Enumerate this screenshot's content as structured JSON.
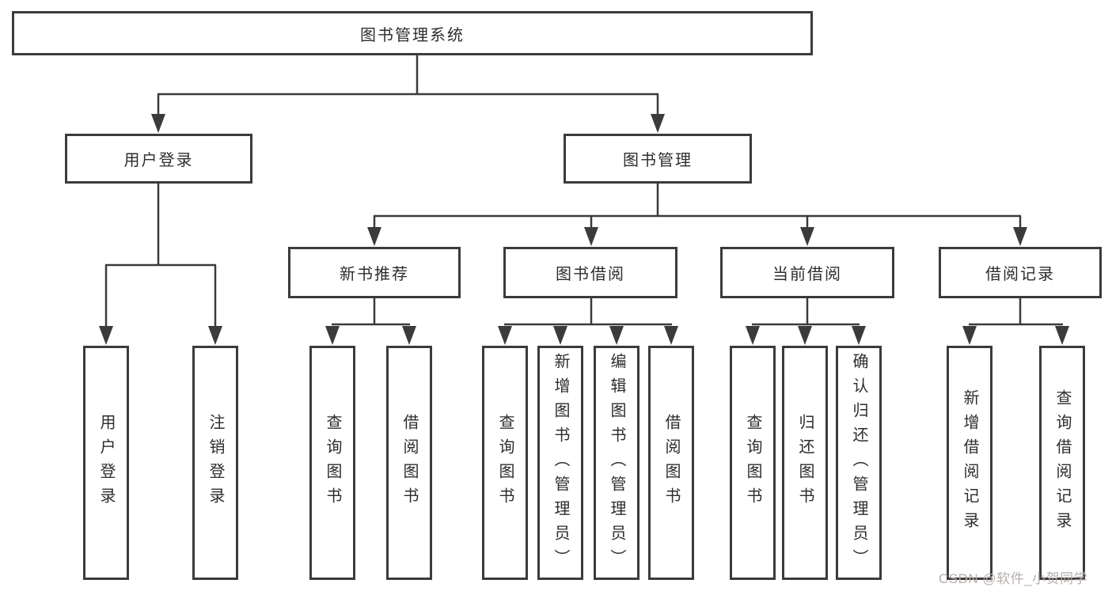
{
  "diagram": {
    "title": "图书管理系统",
    "level2": {
      "user_login": "用户登录",
      "book_mgmt": "图书管理"
    },
    "level3": {
      "new_book_rec": "新书推荐",
      "book_borrow": "图书借阅",
      "current_borrow": "当前借阅",
      "borrow_record": "借阅记录"
    },
    "leaves": {
      "user_login_leaf": "用户登录",
      "logout": "注销登录",
      "nb_query": "查询图书",
      "nb_borrow": "借阅图书",
      "bb_query": "查询图书",
      "bb_add": "新增图书（管理员）",
      "bb_edit": "编辑图书（管理员）",
      "bb_borrow": "借阅图书",
      "cb_query": "查询图书",
      "cb_return": "归还图书",
      "cb_confirm": "确认归还（管理员）",
      "br_add": "新增借阅记录",
      "br_query": "查询借阅记录"
    }
  },
  "watermark": "CSDN @软件_小贺同学",
  "colors": {
    "line": "#3b3b3b",
    "border": "#3b3b3b",
    "text": "#2d2d2d",
    "background": "#ffffff",
    "watermark": "#b6aeab"
  }
}
